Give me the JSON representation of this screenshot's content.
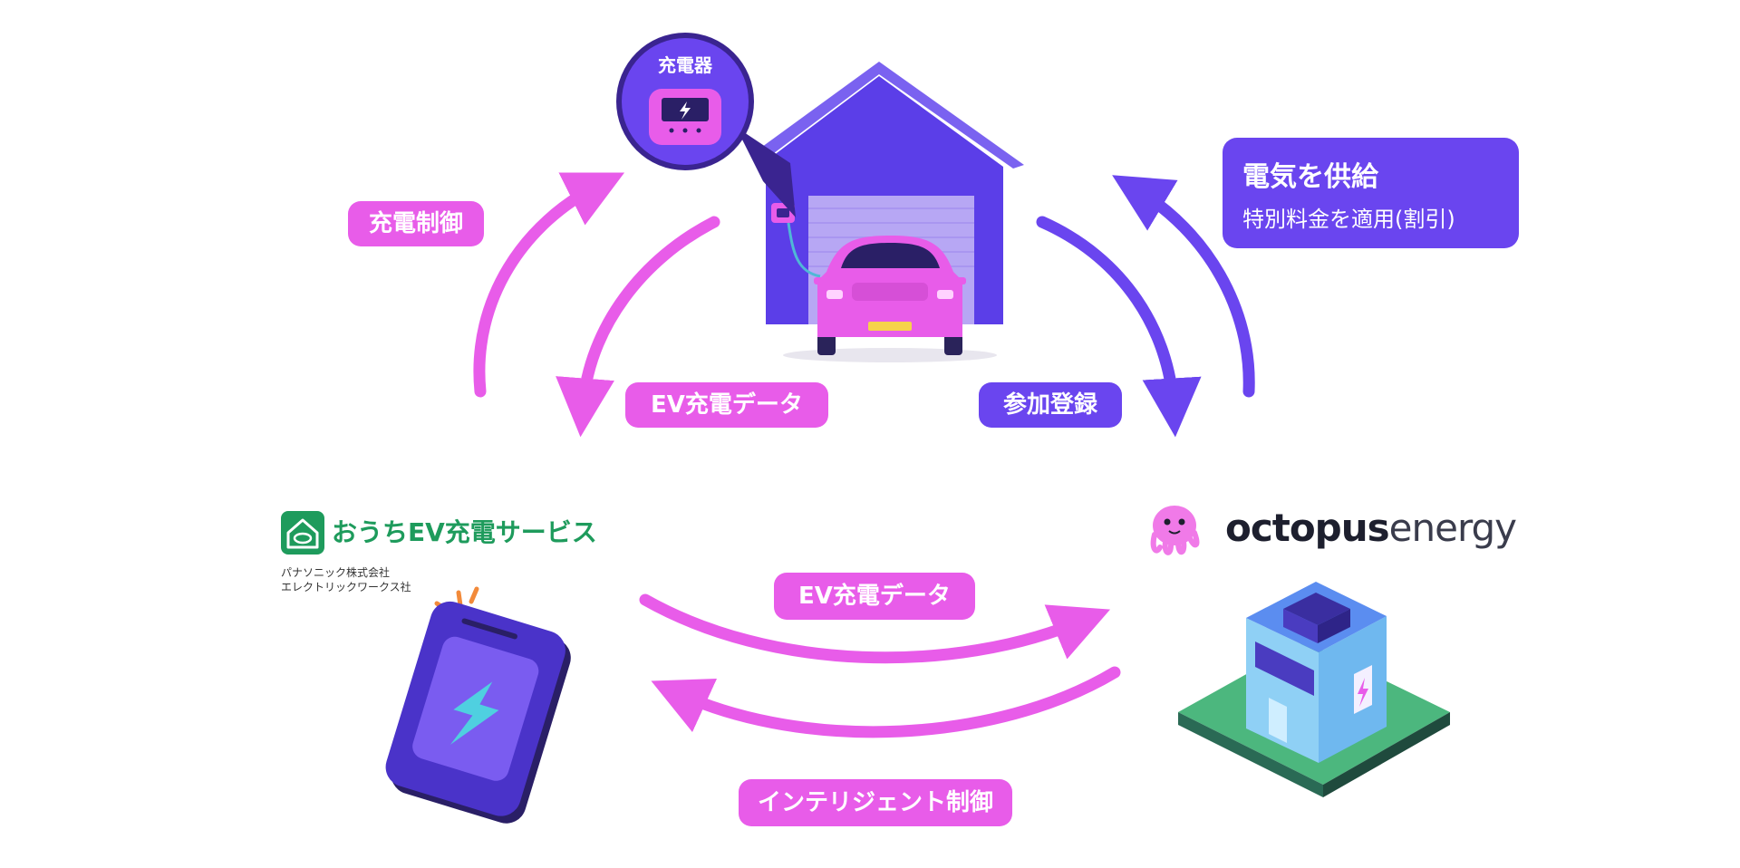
{
  "labels": {
    "charge_control": "充電制御",
    "ev_data_top": "EV充電データ",
    "registration": "参加登録",
    "ev_data_bottom": "EV充電データ",
    "intelligent_control": "インテリジェント制御",
    "charger": "充電器"
  },
  "supply_box": {
    "title": "電気を供給",
    "subtitle": "特別料金を適用(割引)"
  },
  "service": {
    "title": "おうちEV充電サービス",
    "company_line1": "パナソニック株式会社",
    "company_line2": "エレクトリックワークス社"
  },
  "octopus": {
    "brand_bold": "octopus",
    "brand_light": "energy"
  },
  "colors": {
    "pink": "#e85ce9",
    "violet": "#6a45ef",
    "house": "#5b3ee8",
    "green": "#1e9b5c"
  }
}
